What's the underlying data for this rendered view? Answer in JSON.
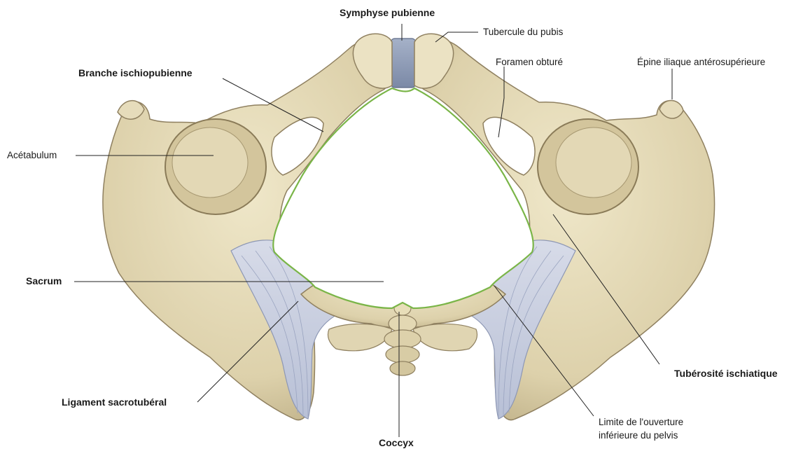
{
  "labels": {
    "symphyse": "Symphyse pubienne",
    "tubercule": "Tubercule du pubis",
    "foramen": "Foramen obturé",
    "epine": "Épine iliaque antérosupérieure",
    "branche": "Branche ischiopubienne",
    "acetabulum": "Acétabulum",
    "sacrum": "Sacrum",
    "tuberosite": "Tubérosité ischiatique",
    "ligament": "Ligament sacrotubéral",
    "coccyx": "Coccyx",
    "limite_1": "Limite de l'ouverture",
    "limite_2": "inférieure du pelvis"
  },
  "colors": {
    "bone": "#e6dcbb",
    "bone_shadow": "#bfb089",
    "bone_dark": "#9c8d66",
    "ligament": "#c6cde0",
    "ligament_line": "#8d97b4",
    "symphysis": "#8f9db8",
    "outlet_border": "#7ab548",
    "leader_line": "#222222"
  }
}
